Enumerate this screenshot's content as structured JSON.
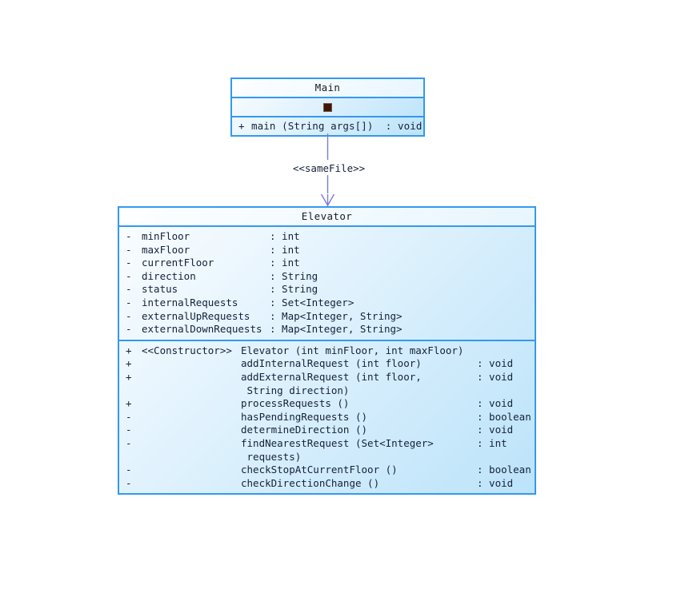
{
  "diagram": {
    "type": "uml-class-diagram",
    "background_color": "#ffffff",
    "box_border_color": "#3399f0",
    "box_fill_color": "#cdeafb",
    "connector_color": "#7b7bd8"
  },
  "classes": [
    {
      "id": "main",
      "name": "Main",
      "attributes_placeholder": "■",
      "attributes": [],
      "operations": [
        {
          "visibility": "+",
          "stereotype": "",
          "signature": "main (String args[])",
          "return_type": ": void"
        }
      ]
    },
    {
      "id": "elevator",
      "name": "Elevator",
      "attributes": [
        {
          "visibility": "-",
          "name": "minFloor",
          "type": ": int"
        },
        {
          "visibility": "-",
          "name": "maxFloor",
          "type": ": int"
        },
        {
          "visibility": "-",
          "name": "currentFloor",
          "type": ": int"
        },
        {
          "visibility": "-",
          "name": "direction",
          "type": ": String"
        },
        {
          "visibility": "-",
          "name": "status",
          "type": ": String"
        },
        {
          "visibility": "-",
          "name": "internalRequests",
          "type": ": Set<Integer>"
        },
        {
          "visibility": "-",
          "name": "externalUpRequests",
          "type": ": Map<Integer, String>"
        },
        {
          "visibility": "-",
          "name": "externalDownRequests",
          "type": ": Map<Integer, String>"
        }
      ],
      "operations": [
        {
          "visibility": "+",
          "stereotype": "<<Constructor>>",
          "signature": "Elevator (int minFloor, int maxFloor)",
          "return_type": ""
        },
        {
          "visibility": "+",
          "stereotype": "",
          "signature": "addInternalRequest (int floor)",
          "return_type": ": void"
        },
        {
          "visibility": "+",
          "stereotype": "",
          "signature": "addExternalRequest (int floor,\n String direction)",
          "return_type": ": void"
        },
        {
          "visibility": "+",
          "stereotype": "",
          "signature": "processRequests ()",
          "return_type": ": void"
        },
        {
          "visibility": "-",
          "stereotype": "",
          "signature": "hasPendingRequests ()",
          "return_type": ": boolean"
        },
        {
          "visibility": "-",
          "stereotype": "",
          "signature": "determineDirection ()",
          "return_type": ": void"
        },
        {
          "visibility": "-",
          "stereotype": "",
          "signature": "findNearestRequest (Set<Integer>\n requests)",
          "return_type": ": int"
        },
        {
          "visibility": "-",
          "stereotype": "",
          "signature": "checkStopAtCurrentFloor ()",
          "return_type": ": boolean"
        },
        {
          "visibility": "-",
          "stereotype": "",
          "signature": "checkDirectionChange ()",
          "return_type": ": void"
        }
      ]
    }
  ],
  "connector": {
    "from": "Main",
    "to": "Elevator",
    "stereotype_label": "<<sameFile>>",
    "line_style": "solid",
    "arrow_style": "open"
  }
}
